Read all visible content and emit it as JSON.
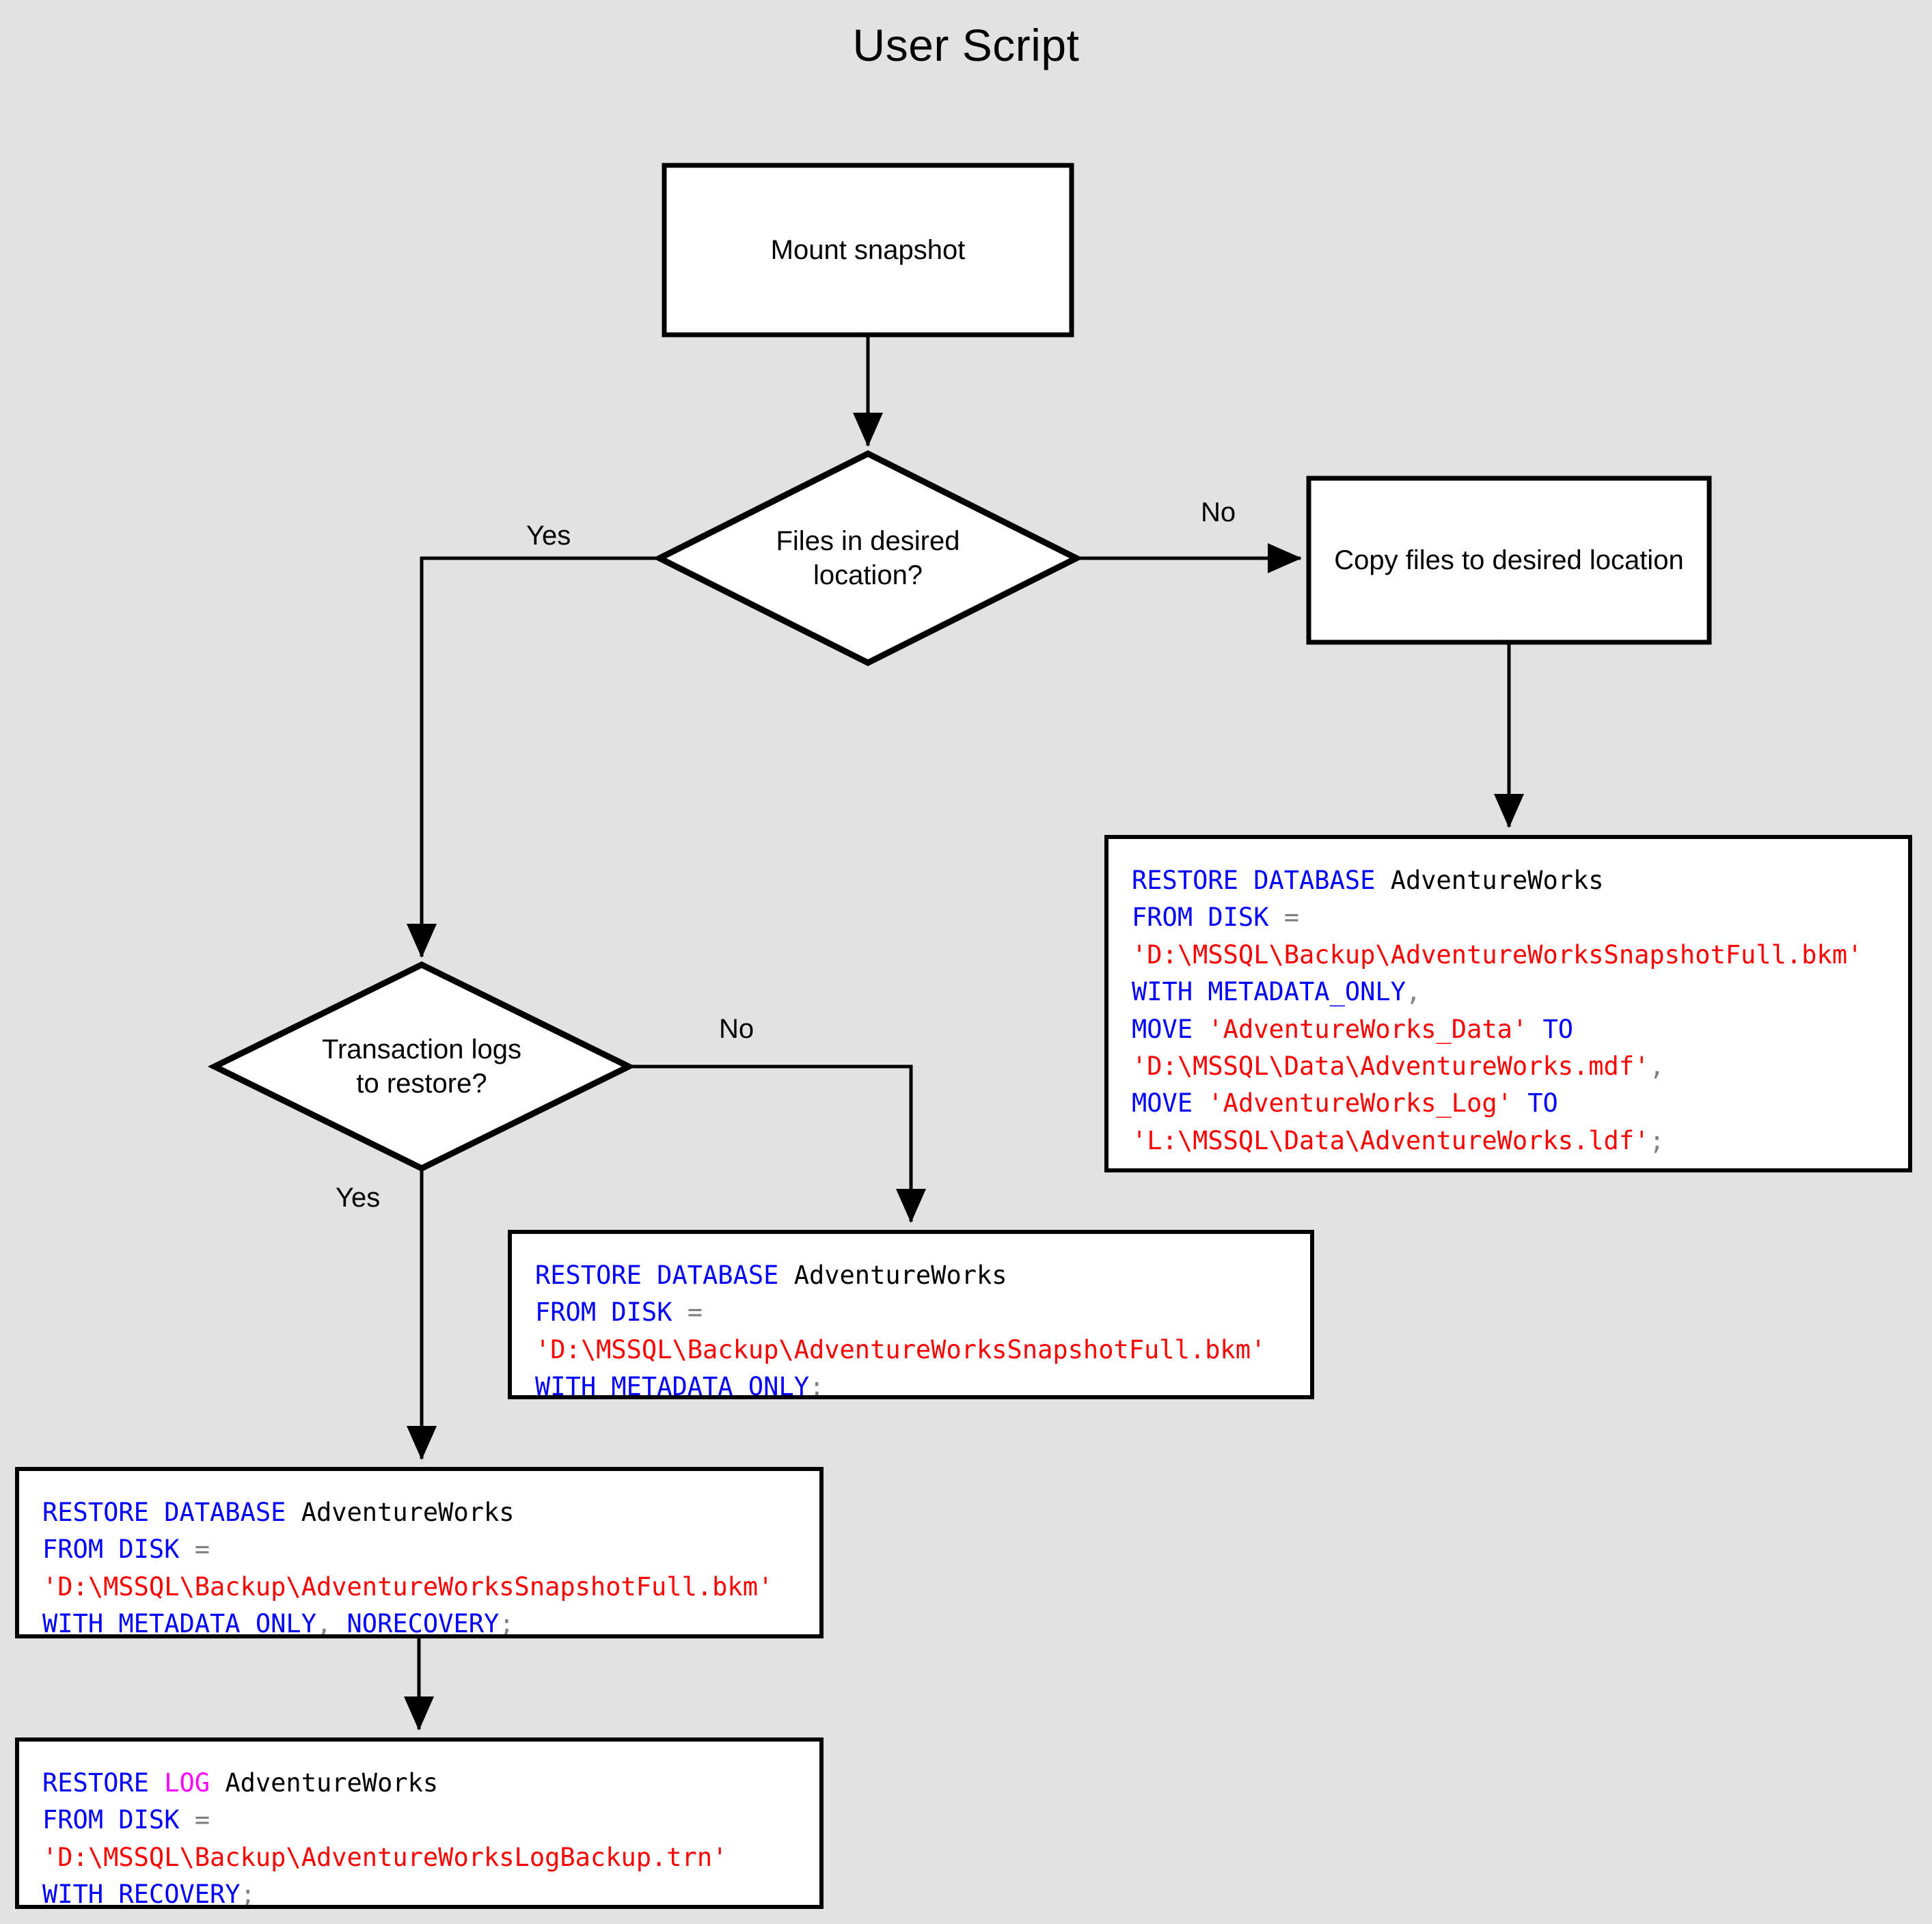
{
  "title": "User Script",
  "colors": {
    "background": "#e2e2e2",
    "shape_fill": "#ffffff",
    "shape_stroke": "#000000",
    "connector": "#000000",
    "sql_keyword": "#0000ff",
    "sql_keyword_alt": "#ff00ff",
    "sql_string": "#ff0000",
    "sql_identifier": "#000000",
    "sql_punctuation": "#808080"
  },
  "nodes": {
    "mount_snapshot": {
      "label": "Mount snapshot",
      "shape": "process"
    },
    "files_decision": {
      "label": "Files in desired location?",
      "shape": "decision"
    },
    "copy_files": {
      "label": "Copy files to desired location",
      "shape": "process"
    },
    "logs_decision": {
      "label": "Transaction logs to restore?",
      "shape": "decision"
    }
  },
  "edge_labels": {
    "files_yes": "Yes",
    "files_no": "No",
    "logs_no": "No",
    "logs_yes": "Yes"
  },
  "code_blocks": {
    "restore_with_move": {
      "lines": [
        [
          {
            "t": "RESTORE DATABASE",
            "c": "kw"
          },
          {
            "t": " ",
            "c": "idn"
          },
          {
            "t": "AdventureWorks",
            "c": "idn"
          }
        ],
        [
          {
            "t": "FROM DISK",
            "c": "kw"
          },
          {
            "t": " ",
            "c": "idn"
          },
          {
            "t": "=",
            "c": "pun"
          }
        ],
        [
          {
            "t": "'D:\\MSSQL\\Backup\\AdventureWorksSnapshotFull.bkm'",
            "c": "str"
          }
        ],
        [
          {
            "t": "WITH METADATA_ONLY",
            "c": "kw"
          },
          {
            "t": ",",
            "c": "pun"
          }
        ],
        [
          {
            "t": "MOVE",
            "c": "kw"
          },
          {
            "t": " ",
            "c": "idn"
          },
          {
            "t": "'AdventureWorks_Data'",
            "c": "str"
          },
          {
            "t": " ",
            "c": "idn"
          },
          {
            "t": "TO",
            "c": "kw"
          }
        ],
        [
          {
            "t": "'D:\\MSSQL\\Data\\AdventureWorks.mdf'",
            "c": "str"
          },
          {
            "t": ",",
            "c": "pun"
          }
        ],
        [
          {
            "t": "MOVE",
            "c": "kw"
          },
          {
            "t": " ",
            "c": "idn"
          },
          {
            "t": "'AdventureWorks_Log'",
            "c": "str"
          },
          {
            "t": " ",
            "c": "idn"
          },
          {
            "t": "TO",
            "c": "kw"
          }
        ],
        [
          {
            "t": "'L:\\MSSQL\\Data\\AdventureWorks.ldf'",
            "c": "str"
          },
          {
            "t": ";",
            "c": "pun"
          }
        ]
      ]
    },
    "restore_metadata_only": {
      "lines": [
        [
          {
            "t": "RESTORE DATABASE",
            "c": "kw"
          },
          {
            "t": " ",
            "c": "idn"
          },
          {
            "t": "AdventureWorks",
            "c": "idn"
          }
        ],
        [
          {
            "t": "FROM DISK",
            "c": "kw"
          },
          {
            "t": " ",
            "c": "idn"
          },
          {
            "t": "=",
            "c": "pun"
          }
        ],
        [
          {
            "t": "'D:\\MSSQL\\Backup\\AdventureWorksSnapshotFull.bkm'",
            "c": "str"
          }
        ],
        [
          {
            "t": "WITH METADATA_ONLY",
            "c": "kw"
          },
          {
            "t": ";",
            "c": "pun"
          }
        ]
      ]
    },
    "restore_norecovery": {
      "lines": [
        [
          {
            "t": "RESTORE DATABASE",
            "c": "kw"
          },
          {
            "t": " ",
            "c": "idn"
          },
          {
            "t": "AdventureWorks",
            "c": "idn"
          }
        ],
        [
          {
            "t": "FROM DISK",
            "c": "kw"
          },
          {
            "t": " ",
            "c": "idn"
          },
          {
            "t": "=",
            "c": "pun"
          }
        ],
        [
          {
            "t": "'D:\\MSSQL\\Backup\\AdventureWorksSnapshotFull.bkm'",
            "c": "str"
          }
        ],
        [
          {
            "t": "WITH METADATA_ONLY",
            "c": "kw"
          },
          {
            "t": ",",
            "c": "pun"
          },
          {
            "t": " ",
            "c": "idn"
          },
          {
            "t": "NORECOVERY",
            "c": "kw"
          },
          {
            "t": ";",
            "c": "pun"
          }
        ]
      ]
    },
    "restore_log": {
      "lines": [
        [
          {
            "t": "RESTORE ",
            "c": "kw"
          },
          {
            "t": "LOG",
            "c": "kwm"
          },
          {
            "t": " ",
            "c": "idn"
          },
          {
            "t": "AdventureWorks",
            "c": "idn"
          }
        ],
        [
          {
            "t": "FROM DISK",
            "c": "kw"
          },
          {
            "t": " ",
            "c": "idn"
          },
          {
            "t": "=",
            "c": "pun"
          }
        ],
        [
          {
            "t": "'D:\\MSSQL\\Backup\\AdventureWorksLogBackup.trn'",
            "c": "str"
          }
        ],
        [
          {
            "t": "WITH RECOVERY",
            "c": "kw"
          },
          {
            "t": ";",
            "c": "pun"
          }
        ]
      ]
    }
  }
}
